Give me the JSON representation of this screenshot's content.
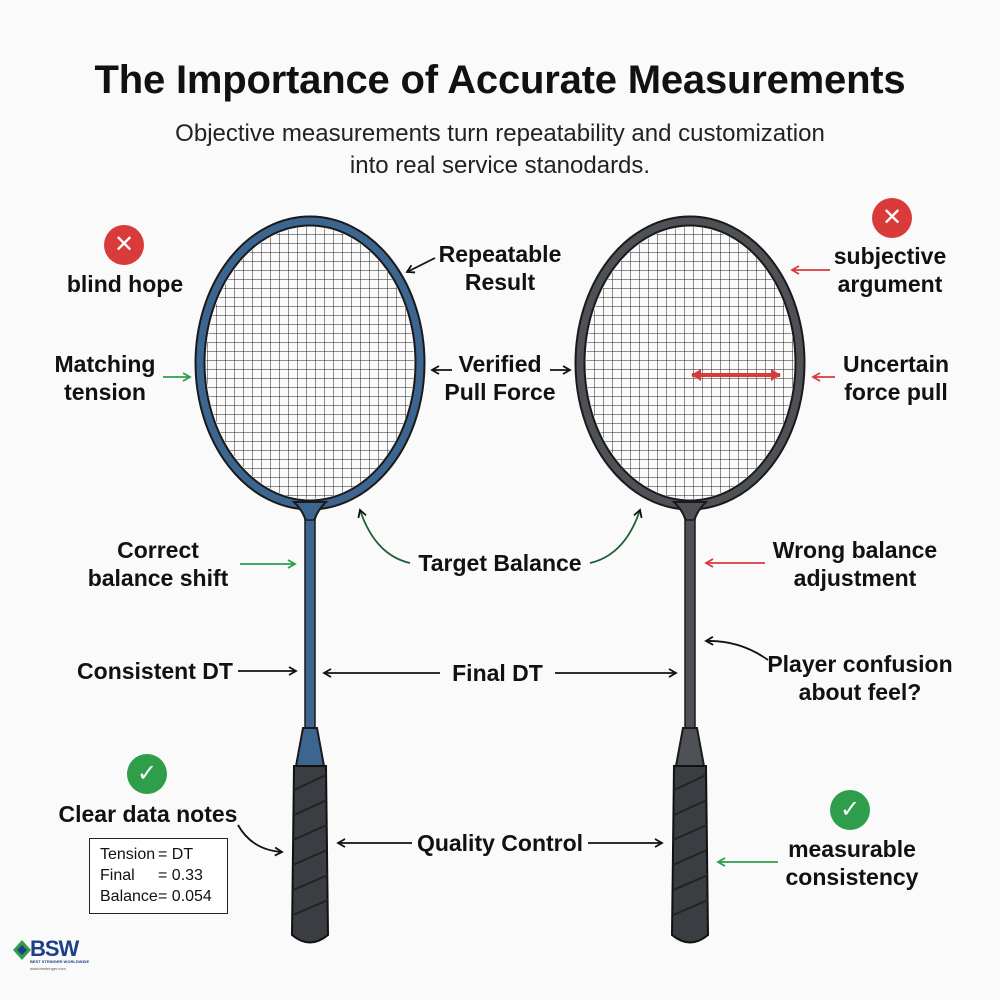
{
  "title": "The Importance of Accurate Measurements",
  "subtitle_line1": "Objective measurements turn repeatability and customization",
  "subtitle_line2": "into real service stanodards.",
  "labels": {
    "blind_hope": "blind hope",
    "matching_tension_1": "Matching",
    "matching_tension_2": "tension",
    "repeatable_1": "Repeatable",
    "repeatable_2": "Result",
    "verified_1": "Verified",
    "verified_2": "Pull Force",
    "subjective_1": "subjective",
    "subjective_2": "argument",
    "uncertain_1": "Uncertain",
    "uncertain_2": "force pull",
    "correct_balance_1": "Correct",
    "correct_balance_2": "balance shift",
    "target_balance": "Target Balance",
    "wrong_balance_1": "Wrong balance",
    "wrong_balance_2": "adjustment",
    "consistent_dt": "Consistent DT",
    "final_dt": "Final DT",
    "player_confusion_1": "Player confusion",
    "player_confusion_2": "about feel?",
    "clear_data_notes": "Clear data notes",
    "quality_control": "Quality Control",
    "measurable_1": "measurable",
    "measurable_2": "consistency"
  },
  "icons": {
    "cross_left": "✕",
    "cross_right": "✕",
    "check_left": "✓",
    "check_right": "✓"
  },
  "notes": [
    {
      "key": "Tension",
      "value": "= DT"
    },
    {
      "key": "Final",
      "value": "= 0.33"
    },
    {
      "key": "Balance",
      "value": "= 0.054"
    }
  ],
  "logo": {
    "name": "BSW",
    "tagline": "BEST STRINGER WORLDWIDE",
    "url": "www.bestringer.com"
  },
  "colors": {
    "left_racket_frame": "#3c6690",
    "right_racket_frame": "#4e5156",
    "good": "#2f9e4a",
    "bad": "#d93b3b",
    "grip": "#3a3d42"
  }
}
